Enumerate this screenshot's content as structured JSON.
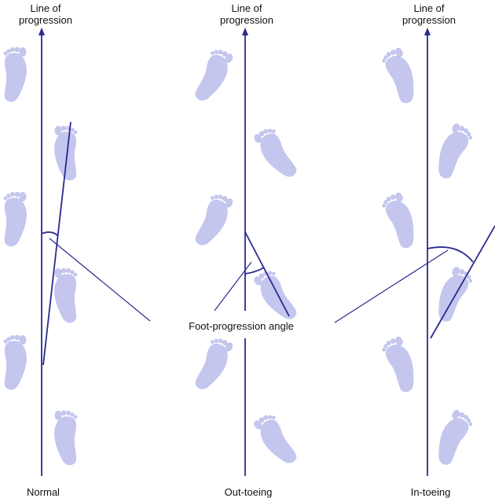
{
  "axis_label_line1": "Line of",
  "axis_label_line2": "progression",
  "center_label": "Foot-progression angle",
  "panels": [
    {
      "caption": "Normal"
    },
    {
      "caption": "Out-toeing"
    },
    {
      "caption": "In-toeing"
    }
  ],
  "colors": {
    "line": "#2a2a8e",
    "foot": "#c4c6ee",
    "text": "#111111"
  }
}
